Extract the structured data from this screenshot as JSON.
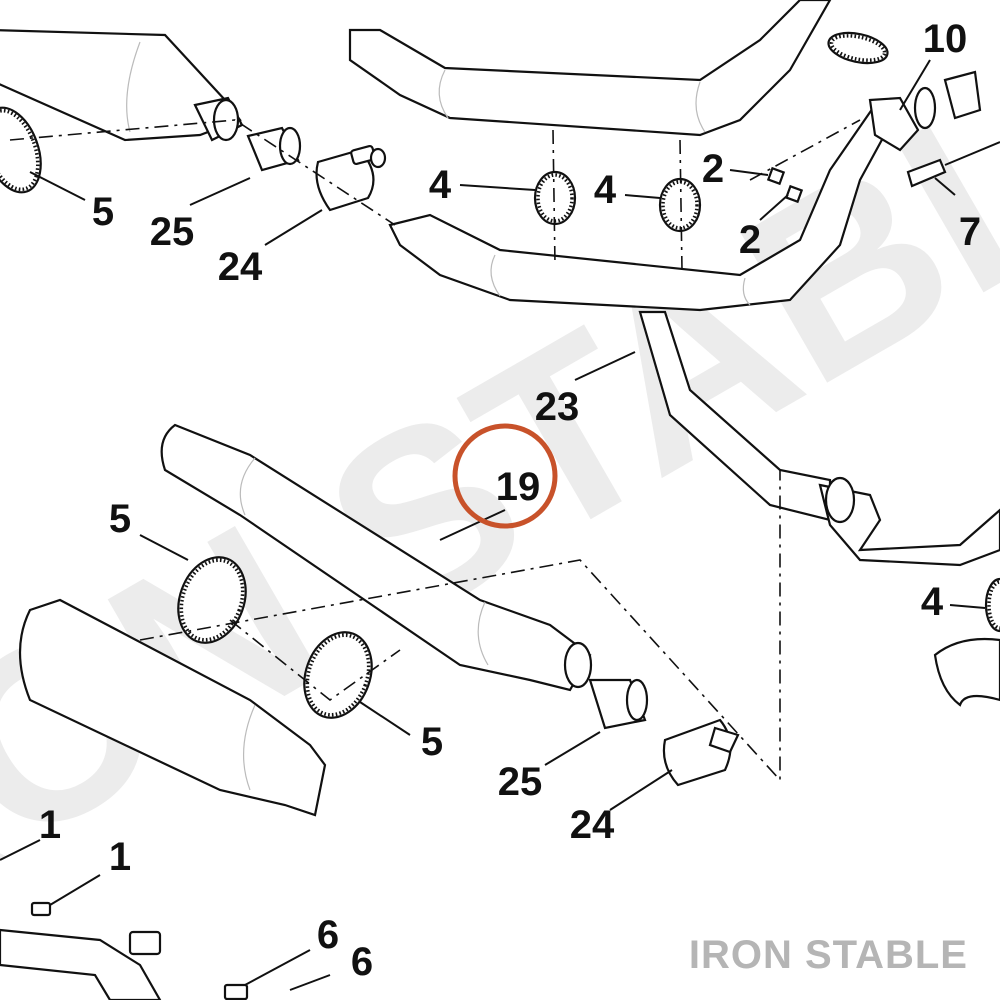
{
  "watermark": "IRON STABLE",
  "brand_label": "IRON STABLE",
  "highlight_color": "#c8522a",
  "callouts": [
    {
      "key": "c10",
      "label": "10"
    },
    {
      "key": "c4a",
      "label": "4"
    },
    {
      "key": "c4b",
      "label": "4"
    },
    {
      "key": "c2a",
      "label": "2"
    },
    {
      "key": "c2b",
      "label": "2"
    },
    {
      "key": "c7",
      "label": "7"
    },
    {
      "key": "c5a",
      "label": "5"
    },
    {
      "key": "c25a",
      "label": "25"
    },
    {
      "key": "c24a",
      "label": "24"
    },
    {
      "key": "c23",
      "label": "23"
    },
    {
      "key": "c19",
      "label": "19"
    },
    {
      "key": "c5b",
      "label": "5"
    },
    {
      "key": "c4c",
      "label": "4"
    },
    {
      "key": "c5c",
      "label": "5"
    },
    {
      "key": "c25b",
      "label": "25"
    },
    {
      "key": "c24b",
      "label": "24"
    },
    {
      "key": "c1a",
      "label": "1"
    },
    {
      "key": "c1b",
      "label": "1"
    },
    {
      "key": "c6a",
      "label": "6"
    },
    {
      "key": "c6b",
      "label": "6"
    }
  ]
}
